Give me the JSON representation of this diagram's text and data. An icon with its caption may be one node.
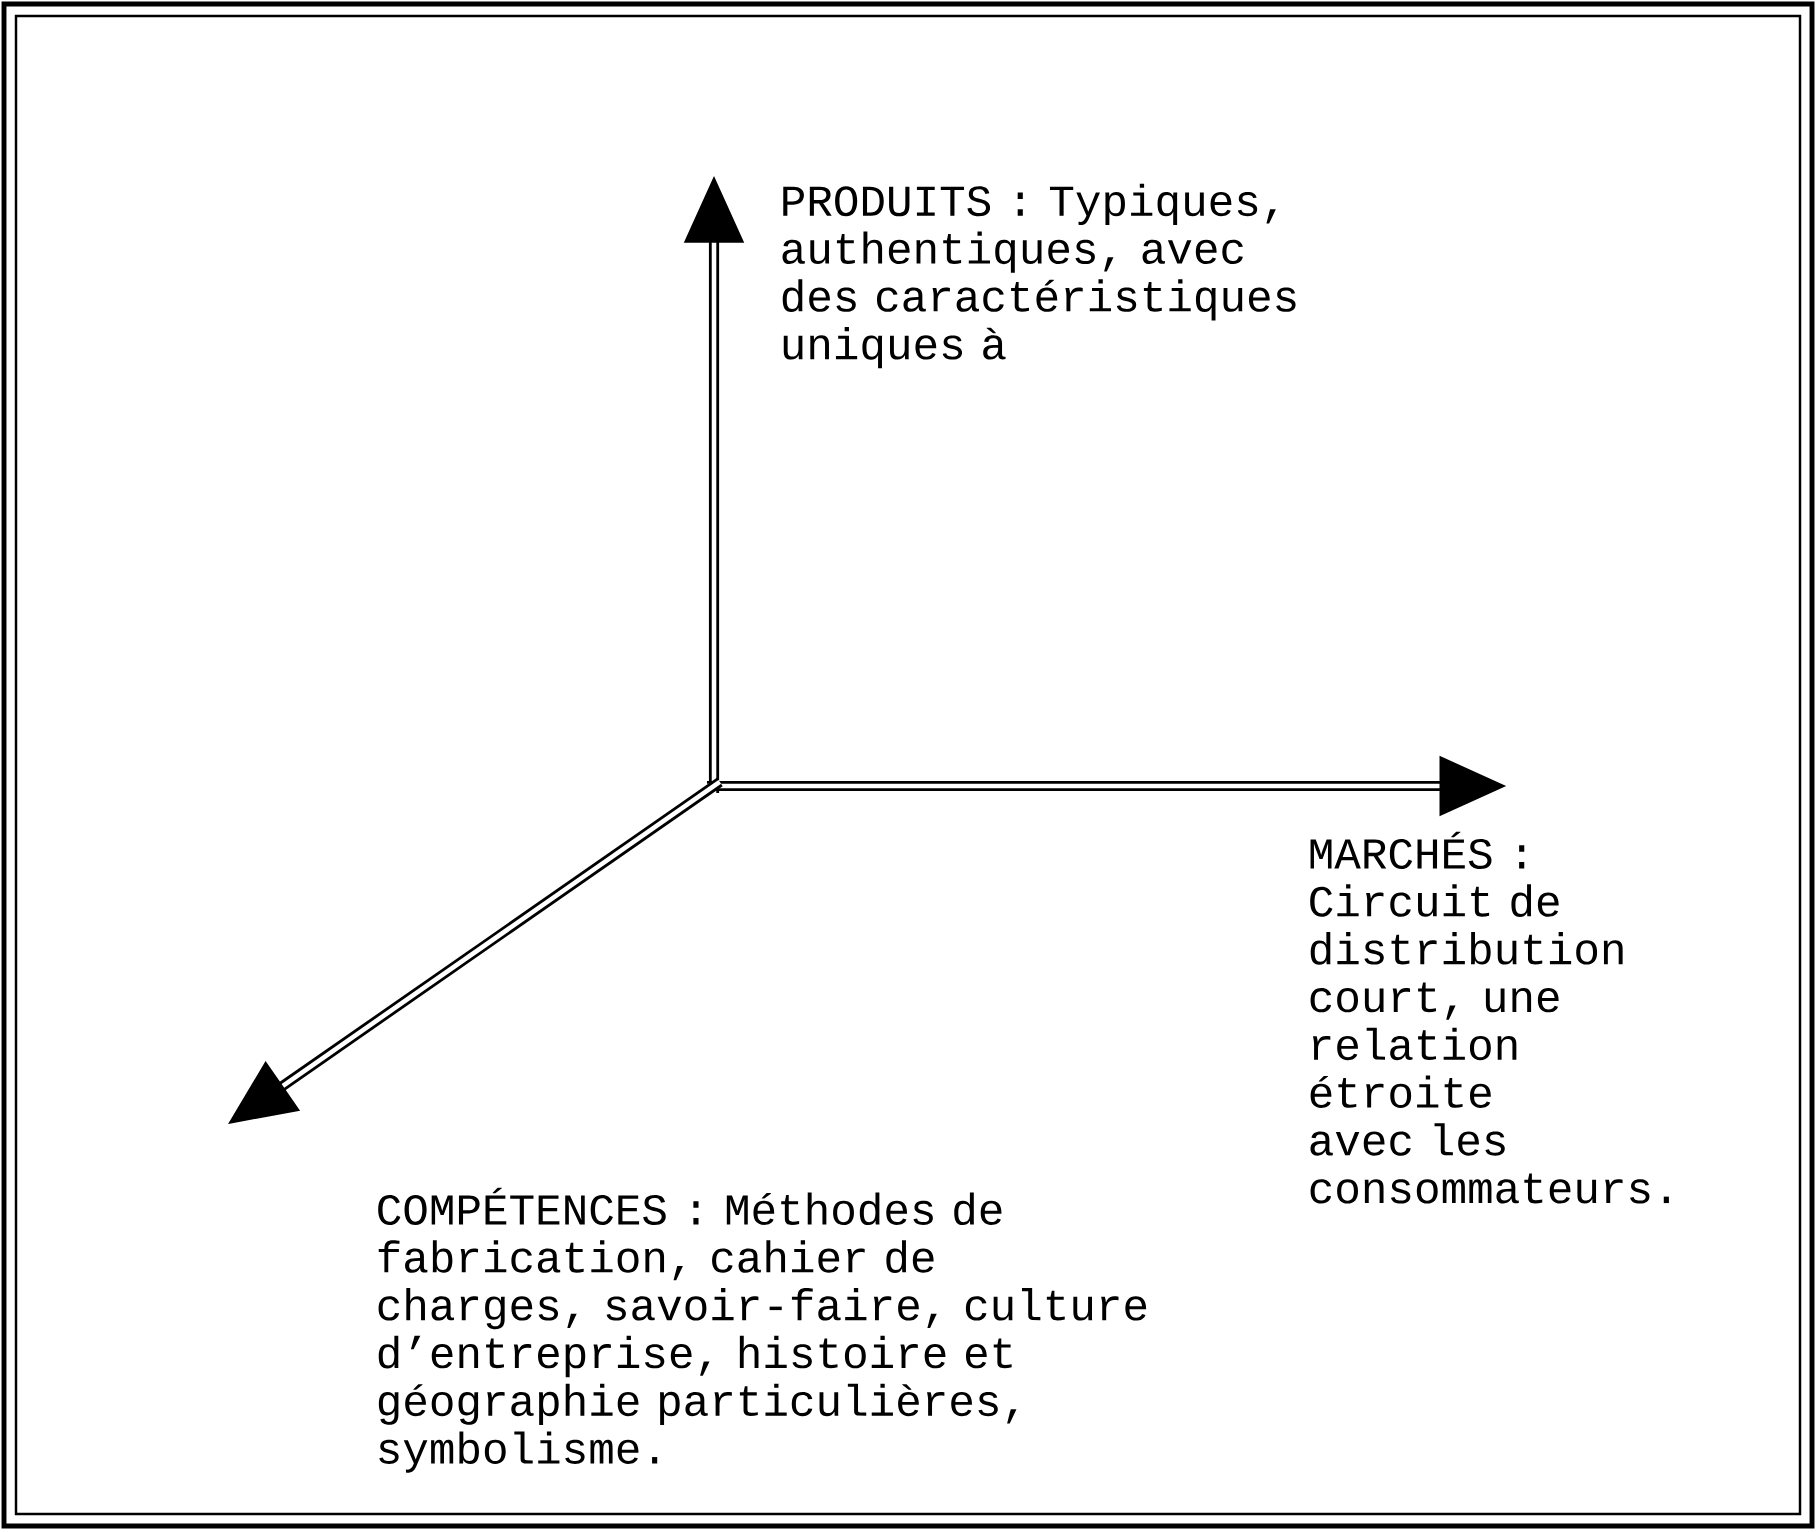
{
  "diagram": {
    "nodes": [
      {
        "text": [
          "PRODUITS : Typiques, authentiques, avec des caractéristiques uniques à"
        ]
      },
      {
        "text": [
          "MARCHÉS : Circuit de distribution court, une relation étroite avec les consommateurs."
        ]
      },
      {
        "text": [
          "COMPÉTENCES : Méthodes de fabrication, cahier de charges, savoir-faire, culture d’entreprise, histoire et géographie particulières, symbolisme."
        ]
      }
    ],
    "edges": [
      {
        "from": null,
        "to": 0,
        "arrow": "to"
      },
      {
        "from": null,
        "to": 1,
        "arrow": "to"
      },
      {
        "from": null,
        "to": 2,
        "arrow": "to"
      }
    ]
  }
}
